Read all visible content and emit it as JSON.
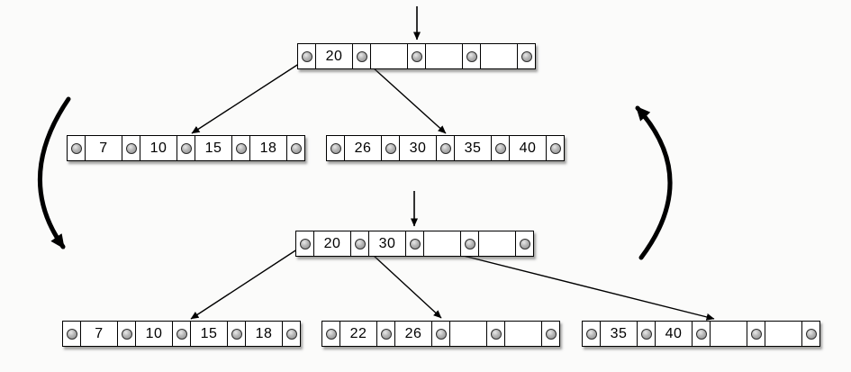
{
  "figure": {
    "title": "btree-insert-split-diagram",
    "colors": {
      "background": "#fbfbfa",
      "node_fill": "#ffffff",
      "node_border": "#000000",
      "pointer_dot": "#9a9a9a",
      "arrow": "#000000"
    },
    "icons": {
      "pointer_dot": "●",
      "insertion_arrow": "↓",
      "cycle_arrow_left": "curved-arrow-down",
      "cycle_arrow_right": "curved-arrow-up"
    }
  },
  "before": {
    "root": {
      "keys": [
        "20",
        "",
        "",
        ""
      ]
    },
    "left_leaf": {
      "keys": [
        "7",
        "10",
        "15",
        "18"
      ]
    },
    "right_leaf": {
      "keys": [
        "26",
        "30",
        "35",
        "40"
      ]
    }
  },
  "after": {
    "root": {
      "keys": [
        "20",
        "30",
        "",
        ""
      ]
    },
    "left_leaf": {
      "keys": [
        "7",
        "10",
        "15",
        "18"
      ]
    },
    "middle_leaf": {
      "keys": [
        "22",
        "26",
        "",
        ""
      ]
    },
    "right_leaf": {
      "keys": [
        "35",
        "40",
        "",
        ""
      ]
    }
  }
}
